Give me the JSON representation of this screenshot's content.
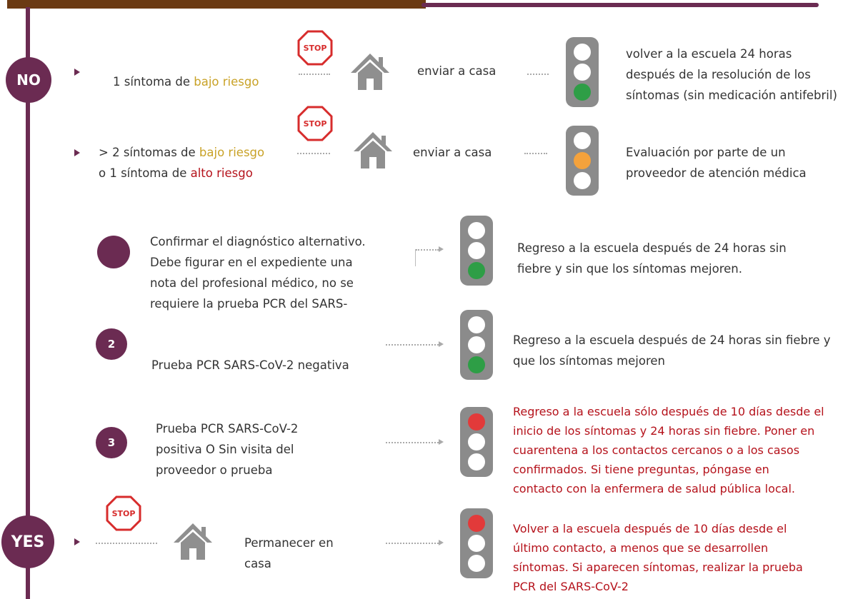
{
  "colors": {
    "purple": "#6b2b52",
    "brown_bar": "#6b3a13",
    "red": "#b5121b",
    "gold": "#c9a227",
    "green": "#2e9e46",
    "amber": "#f4a23c",
    "signal_red": "#e23a3a",
    "light_body": "#8b8b8b"
  },
  "labels": {
    "no": "NO",
    "yes": "YES",
    "stop": "STOP"
  },
  "row1": {
    "pre": "1 síntoma de ",
    "low": "bajo riesgo",
    "action": "enviar a casa",
    "outcome": [
      "volver a la escuela 24 horas",
      "después de la resolución de los",
      "síntomas (sin medicación antifebril)"
    ],
    "light": "green"
  },
  "row2": {
    "line1_pre": "> 2 síntomas de ",
    "line1_low": "bajo riesgo",
    "line2_pre": "o 1 síntoma de ",
    "line2_high": "alto riesgo",
    "action": "enviar a casa",
    "outcome": [
      "Evaluación por parte de un",
      "proveedor de atención médica"
    ],
    "light": "amber"
  },
  "steps": [
    {
      "number": "",
      "text": [
        "Confirmar el diagnóstico alternativo.",
        "Debe figurar en el expediente una",
        "nota del profesional médico, no se",
        "requiere la prueba PCR del SARS-"
      ],
      "outcome": [
        "Regreso a la escuela después de 24 horas sin",
        "fiebre y sin que los síntomas mejoren."
      ],
      "light": "green"
    },
    {
      "number": "2",
      "text": [
        "Prueba PCR SARS-CoV-2 negativa"
      ],
      "outcome": [
        "Regreso a la escuela después de 24 horas sin fiebre y",
        "que los síntomas mejoren"
      ],
      "light": "green"
    },
    {
      "number": "3",
      "text": [
        "Prueba PCR SARS-CoV-2",
        "positiva O Sin visita del",
        "proveedor o prueba"
      ],
      "outcome": [
        "Regreso a la escuela sólo después de 10 días desde el",
        "inicio de los síntomas y 24 horas sin fiebre.  Poner en",
        "cuarentena a los contactos cercanos o a los casos",
        "confirmados.  Si tiene preguntas, póngase en",
        "contacto con la enfermera de salud pública local."
      ],
      "light": "red"
    }
  ],
  "yes_row": {
    "action": [
      "Permanecer en",
      "casa"
    ],
    "outcome": [
      "Volver a la escuela después de 10 días desde el",
      "último contacto, a menos que se desarrollen",
      "síntomas.  Si aparecen síntomas, realizar la prueba",
      "PCR del SARS-CoV-2"
    ],
    "light": "red"
  }
}
